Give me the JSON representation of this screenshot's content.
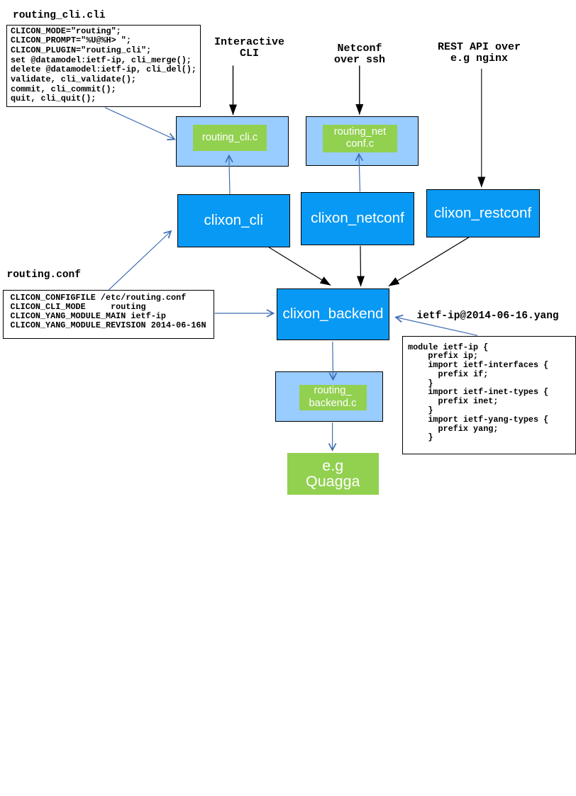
{
  "colors": {
    "node_blue": "#0899f4",
    "panel_blue": "#99ccff",
    "green": "#92d050",
    "arrow_blue": "#3d6eb4"
  },
  "files": {
    "cli_spec_name": "routing_cli.cli",
    "conf_name": "routing.conf",
    "yang_name": "ietf-ip@2014-06-16.yang"
  },
  "flow_labels": {
    "interactive_cli": [
      "Interactive",
      "CLI"
    ],
    "netconf_ssh": [
      "Netconf",
      "over ssh"
    ],
    "rest_api": [
      "REST API over",
      "e.g nginx"
    ]
  },
  "code": {
    "cli_spec": [
      "CLICON_MODE=\"routing\";",
      "CLICON_PROMPT=\"%U@%H> \";",
      "CLICON_PLUGIN=\"routing_cli\";",
      "set @datamodel:ietf-ip, cli_merge();",
      "delete @datamodel:ietf-ip, cli_del();",
      "validate, cli_validate();",
      "commit, cli_commit();",
      "quit, cli_quit();"
    ],
    "conf": [
      "CLICON_CONFIGFILE /etc/routing.conf",
      "CLICON_CLI_MODE     routing",
      "CLICON_YANG_MODULE_MAIN ietf-ip",
      "CLICON_YANG_MODULE_REVISION 2014-06-16N"
    ],
    "yang": [
      "module ietf-ip {",
      "    prefix ip;",
      "    import ietf-interfaces {",
      "      prefix if;",
      "    }",
      "    import ietf-inet-types {",
      "      prefix inet;",
      "    }",
      "    import ietf-yang-types {",
      "      prefix yang;",
      "    }"
    ]
  },
  "nodes": {
    "clixon_cli": "clixon_cli",
    "clixon_netconf": "clixon_netconf",
    "clixon_restconf": "clixon_restconf",
    "clixon_backend": "clixon_backend",
    "routing_cli_plugin": "routing_cli.c",
    "routing_netconf_plugin": [
      "routing_net",
      "conf.c"
    ],
    "routing_backend_plugin": [
      "routing_",
      "backend.c"
    ],
    "quagga": [
      "e.g",
      "Quagga"
    ]
  }
}
